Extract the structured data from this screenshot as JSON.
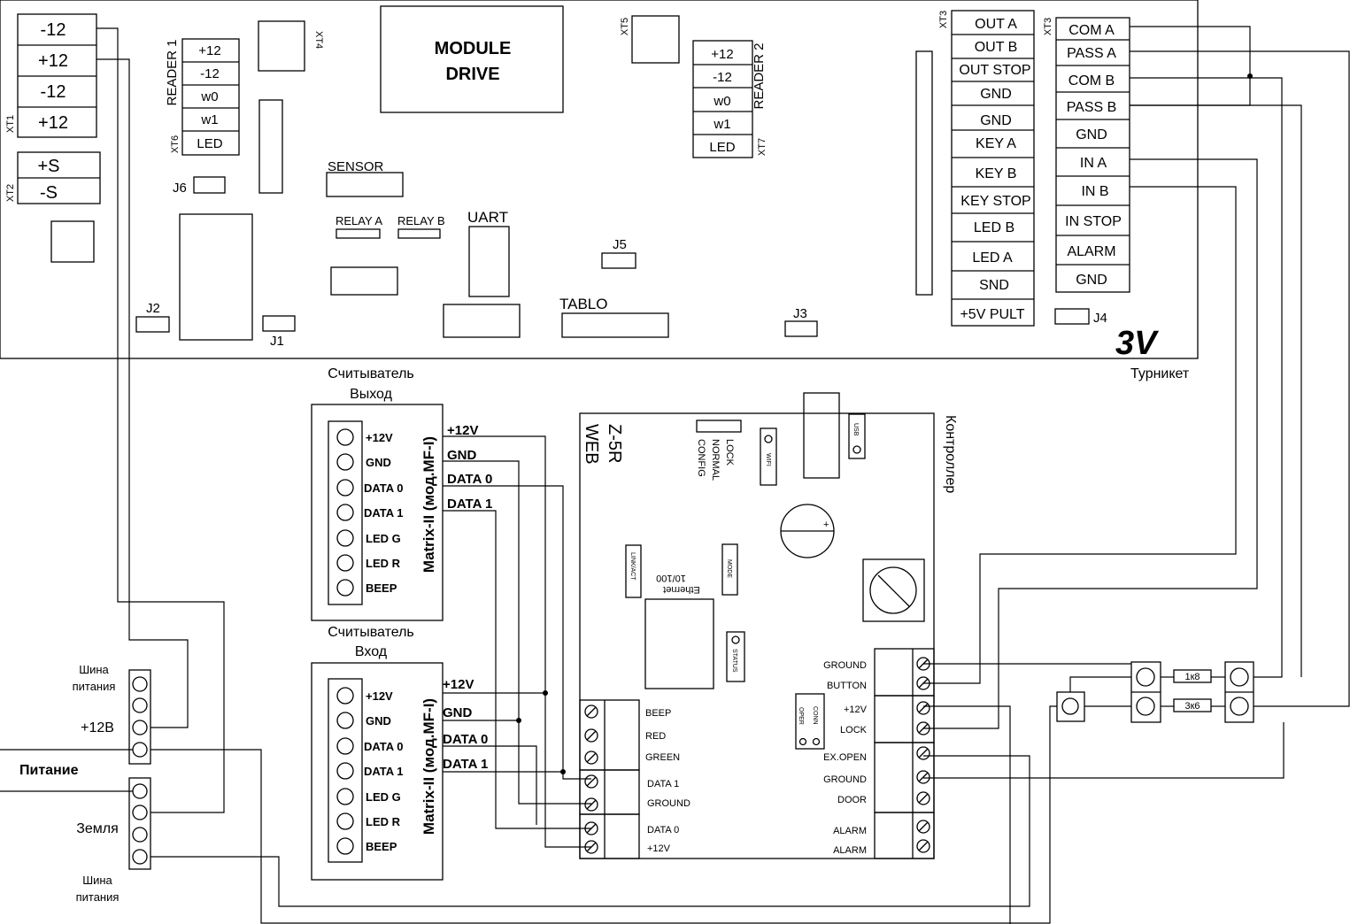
{
  "board": {
    "module_drive": [
      "MODULE",
      "DRIVE"
    ],
    "brand": "3V",
    "caption": "Турникет",
    "xt1_label": "XT1",
    "xt1_pins": [
      "-12",
      "+12",
      "-12",
      "+12"
    ],
    "xt2_label": "XT2",
    "xt2_pins": [
      "+S",
      "-S"
    ],
    "xt4_label": "XT4",
    "xt5_label": "XT5",
    "reader1_label": "READER 1",
    "xt6_label": "XT6",
    "reader1_pins": [
      "+12",
      "-12",
      "w0",
      "w1",
      "LED"
    ],
    "reader2_label": "READER 2",
    "xt7_label": "XT7",
    "reader2_pins": [
      "+12",
      "-12",
      "w0",
      "w1",
      "LED"
    ],
    "xt3_left_label": "XT3",
    "xt3_left_pins": [
      "OUT A",
      "OUT B",
      "OUT STOP",
      "GND",
      "GND",
      "KEY A",
      "KEY B",
      "KEY STOP",
      "LED B",
      "LED A",
      "SND",
      "+5V PULT"
    ],
    "xt3_right_label": "XT3",
    "xt3_right_pins": [
      "COM A",
      "PASS A",
      "COM B",
      "PASS B",
      "GND",
      "IN A",
      "IN B",
      "IN STOP",
      "ALARM",
      "GND"
    ],
    "labels": {
      "sensor": "SENSOR",
      "relay_a": "RELAY A",
      "relay_b": "RELAY B",
      "uart": "UART",
      "tablo": "TABLO",
      "j1": "J1",
      "j2": "J2",
      "j3": "J3",
      "j4": "J4",
      "j5": "J5",
      "j6": "J6"
    }
  },
  "reader_exit": {
    "caption": [
      "Считыватель",
      "Выход"
    ],
    "model": "Matrix-II (мод.MF-I)",
    "pins": [
      "+12V",
      "GND",
      "DATA 0",
      "DATA 1",
      "LED G",
      "LED R",
      "BEEP"
    ],
    "wires": [
      "+12V",
      "GND",
      "DATA 0",
      "DATA 1"
    ]
  },
  "reader_entry": {
    "caption": [
      "Считыватель",
      "Вход"
    ],
    "model": "Matrix-II (мод.MF-I)",
    "pins": [
      "+12V",
      "GND",
      "DATA 0",
      "DATA 1",
      "LED G",
      "LED R",
      "BEEP"
    ],
    "wires": [
      "+12V",
      "GND",
      "DATA 0",
      "DATA 1"
    ]
  },
  "controller": {
    "model": [
      "Z-5R",
      "WEB"
    ],
    "caption": "Контроллер",
    "modes": [
      "LOCK",
      "NORMAL",
      "CONFIG"
    ],
    "wifi": "WIFI",
    "usb": "USB",
    "ethernet": [
      "Ethernet",
      "10/100"
    ],
    "link_act": "LINK/ACT",
    "mode": "MODE",
    "status": "STATUS",
    "battery_sign": "+",
    "jumper": [
      "OPER",
      "CONN"
    ],
    "left_terminals": [
      "BEEP",
      "RED",
      "GREEN",
      "DATA 1",
      "GROUND",
      "DATA 0",
      "+12V"
    ],
    "right_terminals": [
      "GROUND",
      "BUTTON",
      "+12V",
      "LOCK",
      "EX.OPEN",
      "GROUND",
      "DOOR",
      "ALARM",
      "ALARM"
    ]
  },
  "power": {
    "bus_top": [
      "Шина",
      "питания"
    ],
    "plus12": "+12В",
    "supply": "Питание",
    "ground": "Земля",
    "bus_bottom": [
      "Шина",
      "питания"
    ]
  },
  "resistors": [
    "1к8",
    "3к6"
  ]
}
